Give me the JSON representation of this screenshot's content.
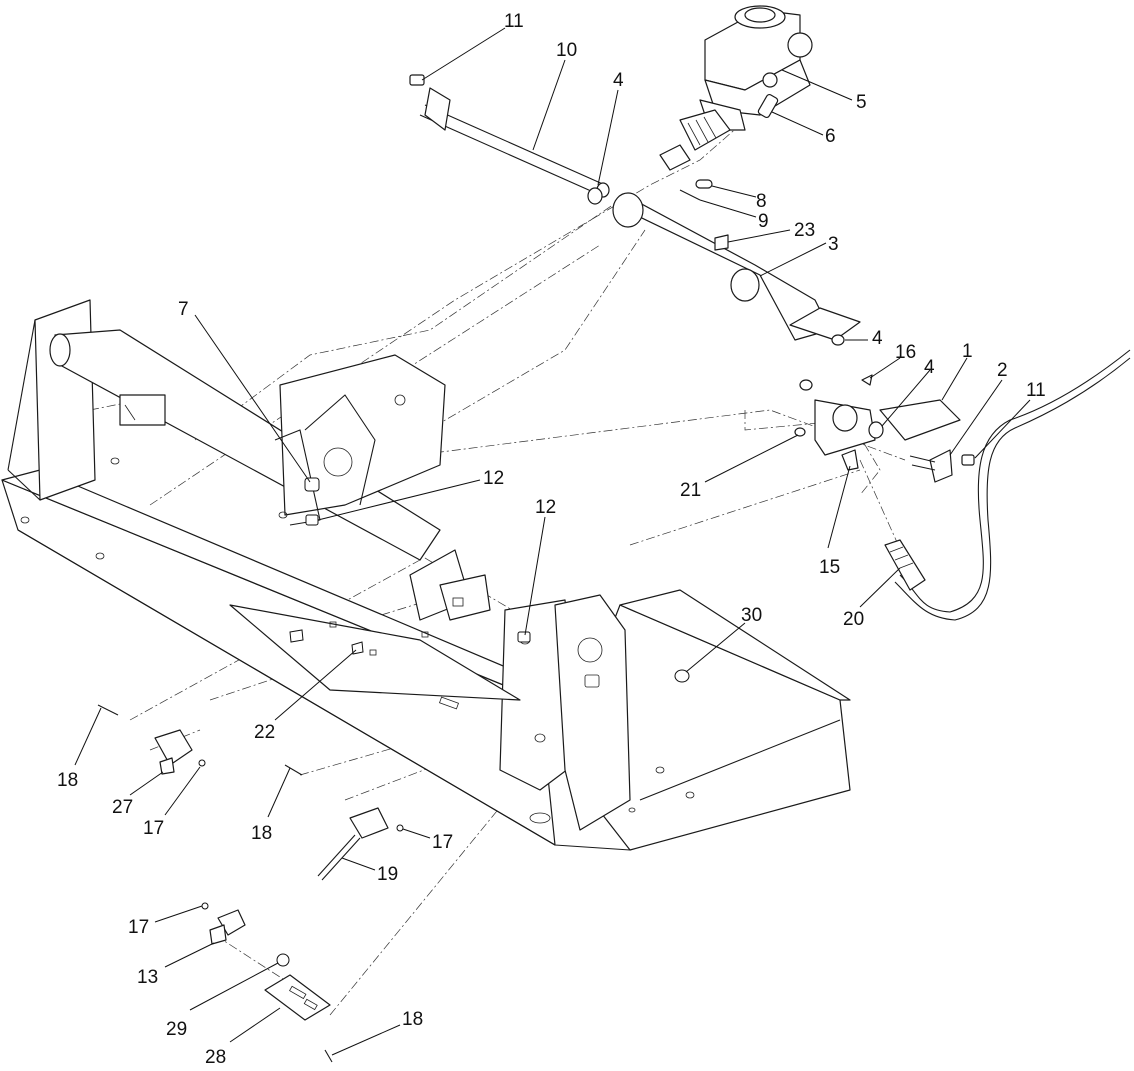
{
  "callouts": [
    {
      "id": "c11a",
      "text": "11"
    },
    {
      "id": "c10",
      "text": "10"
    },
    {
      "id": "c4a",
      "text": "4"
    },
    {
      "id": "c5",
      "text": "5"
    },
    {
      "id": "c6",
      "text": "6"
    },
    {
      "id": "c8",
      "text": "8"
    },
    {
      "id": "c9",
      "text": "9"
    },
    {
      "id": "c23",
      "text": "23"
    },
    {
      "id": "c3",
      "text": "3"
    },
    {
      "id": "c4b",
      "text": "4"
    },
    {
      "id": "c7",
      "text": "7"
    },
    {
      "id": "c16",
      "text": "16"
    },
    {
      "id": "c4c",
      "text": "4"
    },
    {
      "id": "c1",
      "text": "1"
    },
    {
      "id": "c2",
      "text": "2"
    },
    {
      "id": "c11b",
      "text": "11"
    },
    {
      "id": "c12a",
      "text": "12"
    },
    {
      "id": "c12b",
      "text": "12"
    },
    {
      "id": "c21",
      "text": "21"
    },
    {
      "id": "c15",
      "text": "15"
    },
    {
      "id": "c20",
      "text": "20"
    },
    {
      "id": "c30",
      "text": "30"
    },
    {
      "id": "c22",
      "text": "22"
    },
    {
      "id": "c18a",
      "text": "18"
    },
    {
      "id": "c27",
      "text": "27"
    },
    {
      "id": "c17a",
      "text": "17"
    },
    {
      "id": "c18b",
      "text": "18"
    },
    {
      "id": "c17b",
      "text": "17"
    },
    {
      "id": "c19",
      "text": "19"
    },
    {
      "id": "c17c",
      "text": "17"
    },
    {
      "id": "c13",
      "text": "13"
    },
    {
      "id": "c29",
      "text": "29"
    },
    {
      "id": "c18c",
      "text": "18"
    },
    {
      "id": "c28",
      "text": "28"
    }
  ]
}
